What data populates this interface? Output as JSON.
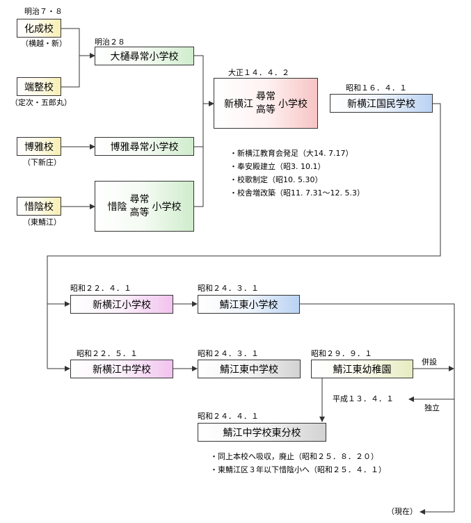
{
  "colors": {
    "line": "#333333",
    "yellow": "#f6eeb2",
    "green": "#cfeccc",
    "red": "#f7c4c4",
    "blue": "#b9d2f3",
    "pink": "#f1c3ee",
    "gray": "#d2d2d2",
    "olive": "#e7ebc0"
  },
  "dates": {
    "meiji_7_8": "明治７・８",
    "meiji_28": "明治２８",
    "taisho_14_4_2": "大正１４．４．２",
    "showa_16_4_1": "昭和１６．４．１",
    "showa_22_4_1": "昭和２２．４．１",
    "showa_24_3_1_a": "昭和２４．３．１",
    "showa_22_5_1": "昭和２２．５．１",
    "showa_24_3_1_b": "昭和２４．３．１",
    "showa_29_9_1": "昭和２９．９．１",
    "showa_24_4_1": "昭和２４．４．１",
    "heisei_13_4_1": "平成１３．４．１"
  },
  "schools": {
    "kasei": "化成校",
    "kasei_sub": "（横越・新）",
    "tansei": "端整校",
    "tansei_sub": "（定次・五郎丸）",
    "hakuga": "博雅校",
    "hakuga_sub": "（下新庄）",
    "shakuin": "惜陰校",
    "shakuin_sub": "（東鯖江）",
    "otoi": "大樋尋常小学校",
    "hakuga_jinjo": "博雅尋常小学校",
    "shakuin_koto_prefix": "惜陰",
    "jinjo": "尋常",
    "koto": "高等",
    "shogakko": "小学校",
    "shinyokoe_koto_prefix": "新横江",
    "shinyokoe_kokumin": "新横江国民学校",
    "shinyokoe_sho": "新横江小学校",
    "sabae_higashi_sho": "鯖江東小学校",
    "shinyokoe_chu": "新横江中学校",
    "sabae_higashi_chu": "鯖江東中学校",
    "sabae_higashi_yochien": "鯖江東幼稚園",
    "sabae_chu_bunko": "鯖江中学校東分校"
  },
  "notes": [
    "・新横江教育会発足（大14. 7.17）",
    "・奉安殿建立（昭3. 10.1）",
    "・校歌制定（昭10. 5.30）",
    "・校舎増改築（昭11. 7.31〜12. 5.3）"
  ],
  "notes_bottom": [
    "・同上本校へ吸収，廃止（昭和２５．８．２０）",
    "・東鯖江区３年以下惜陰小へ（昭和２５．４．１）"
  ],
  "labels": {
    "heisetsu": "併設",
    "dokuritsu": "独立",
    "genzai": "（現在）"
  }
}
